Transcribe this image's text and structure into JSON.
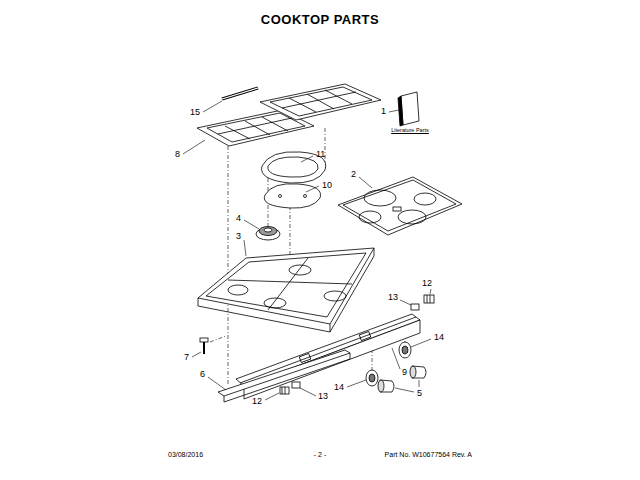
{
  "diagram": {
    "title": "COOKTOP PARTS",
    "labels": [
      "15",
      "8",
      "11",
      "10",
      "4",
      "3",
      "2",
      "1",
      "Literature Parts",
      "12",
      "13",
      "14",
      "9",
      "7",
      "6",
      "12",
      "13",
      "14",
      "5",
      "03/08/2016",
      "- 2 -",
      "Part No. W10677564 Rev. A"
    ]
  }
}
